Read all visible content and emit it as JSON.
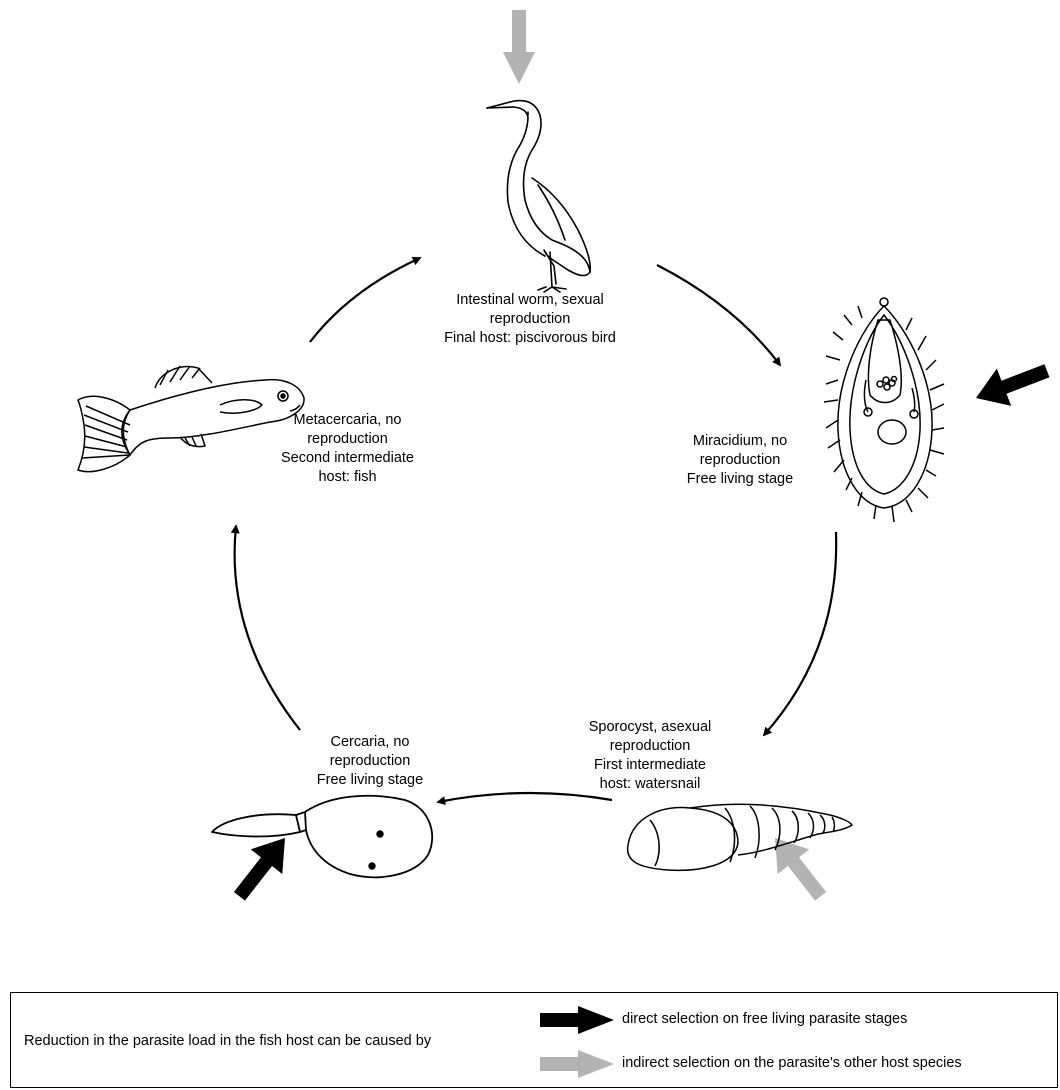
{
  "stages": [
    {
      "id": "bird",
      "lines": [
        "Intestinal worm, sexual",
        "reproduction",
        "Final host: piscivorous bird"
      ]
    },
    {
      "id": "miracidium",
      "lines": [
        "Miracidium, no",
        "reproduction",
        "Free living stage"
      ]
    },
    {
      "id": "sporocyst",
      "lines": [
        "Sporocyst, asexual",
        "reproduction",
        "First intermediate",
        "host: watersnail"
      ]
    },
    {
      "id": "cercaria",
      "lines": [
        "Cercaria, no",
        "reproduction",
        "Free living stage"
      ]
    },
    {
      "id": "metacercaria",
      "lines": [
        "Metacercaria, no",
        "reproduction",
        "Second intermediate",
        "host: fish"
      ]
    }
  ],
  "legend": {
    "intro": "Reduction in the parasite load in the fish host can be caused by",
    "direct": "direct selection on free living parasite stages",
    "indirect": "indirect selection on the parasite's other host species"
  },
  "colors": {
    "direct_arrow": "#000000",
    "indirect_arrow": "#b3b3b3",
    "cycle_arrow": "#000000"
  }
}
